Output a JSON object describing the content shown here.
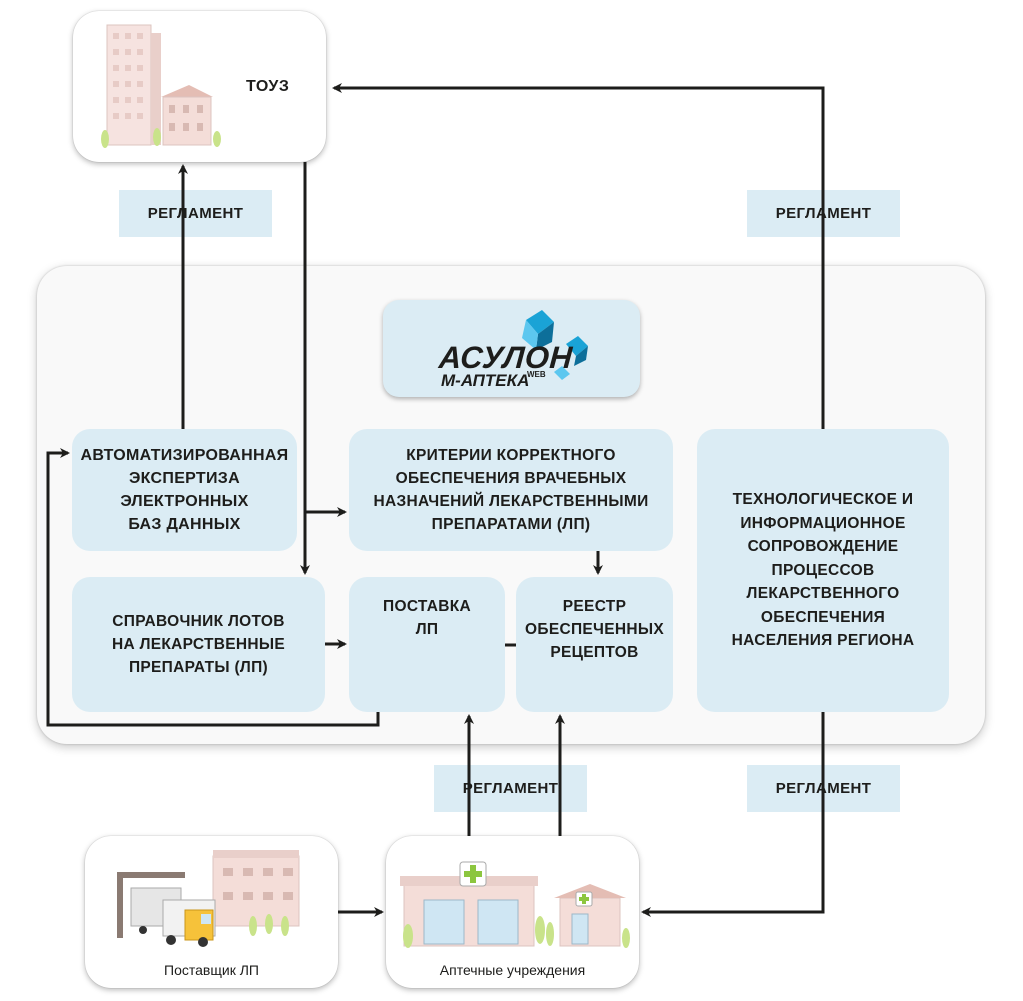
{
  "touz": {
    "label": "ТОУЗ"
  },
  "regulation": {
    "top_left": "РЕГЛАМЕНТ",
    "top_right": "РЕГЛАМЕНТ",
    "bottom_center": "РЕГЛАМЕНТ",
    "bottom_right": "РЕГЛАМЕНТ"
  },
  "logo": {
    "line1": "АСУЛОН",
    "line2": "М-АПТЕКА",
    "suffix": "WEB"
  },
  "modules": {
    "expertise": "АВТОМАТИЗИРОВАННАЯ\nЭКСПЕРТИЗА\nЭЛЕКТРОННЫХ\nБАЗ ДАННЫХ",
    "criteria": "КРИТЕРИИ КОРРЕКТНОГО\nОБЕСПЕЧЕНИЯ ВРАЧЕБНЫХ\nНАЗНАЧЕНИЙ ЛЕКАРСТВЕННЫМИ\nПРЕПАРАТАМИ (ЛП)",
    "lots": "СПРАВОЧНИК  ЛОТОВ\nНА ЛЕКАРСТВЕННЫЕ\nПРЕПАРАТЫ (ЛП)",
    "supply": "ПОСТАВКА\nЛП",
    "registry": "РЕЕСТР\nОБЕСПЕЧЕННЫХ\nРЕЦЕПТОВ",
    "support": "ТЕХНОЛОГИЧЕСКОЕ И\nИНФОРМАЦИОННОЕ\nСОПРОВОЖДЕНИЕ\nПРОЦЕССОВ\nЛЕКАРСТВЕННОГО\nОБЕСПЕЧЕНИЯ\nНАСЕЛЕНИЯ РЕГИОНА"
  },
  "supplier": {
    "caption": "Поставщик ЛП"
  },
  "pharmacy": {
    "caption": "Аптечные учреждения"
  },
  "colors": {
    "box_fill": "#dbecf4",
    "line": "#1d1d1b",
    "logo_blue": "#1aa3d6"
  }
}
